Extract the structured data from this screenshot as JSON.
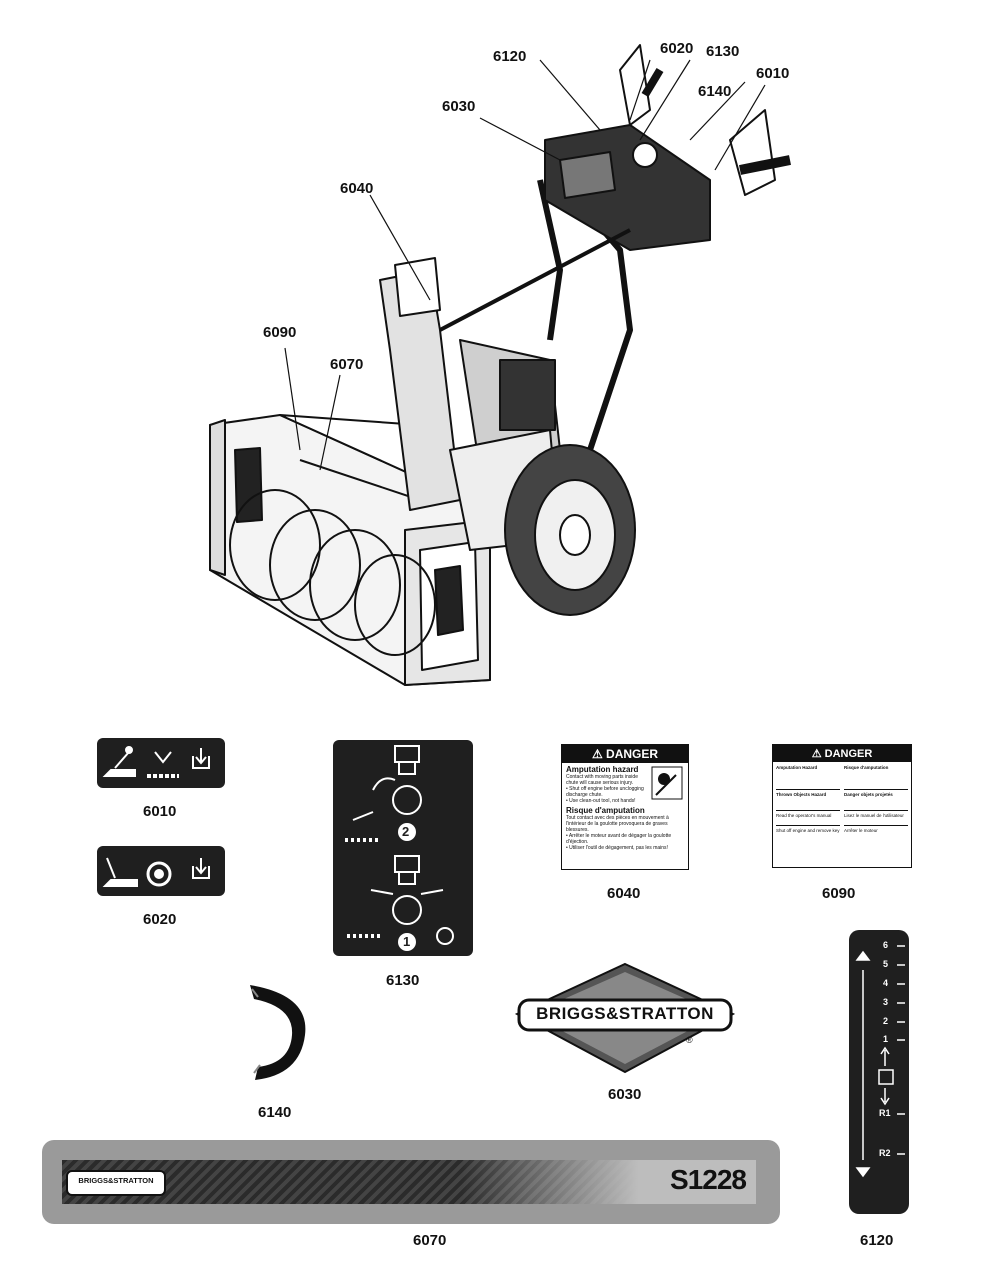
{
  "callouts": {
    "c6120": "6120",
    "c6020": "6020",
    "c6130": "6130",
    "c6010": "6010",
    "c6140": "6140",
    "c6030": "6030",
    "c6040": "6040",
    "c6090": "6090",
    "c6070": "6070"
  },
  "decals": {
    "d6010": "6010",
    "d6020": "6020",
    "d6130": "6130",
    "d6040": "6040",
    "d6090": "6090",
    "d6140": "6140",
    "d6030": "6030",
    "d6070": "6070",
    "d6120": "6120"
  },
  "danger6040": {
    "header": "DANGER",
    "title_en": "Amputation hazard",
    "body_en": "Contact with moving parts inside chute will cause serious injury.",
    "bullet1": "• Shut off engine before unclogging discharge chute.",
    "bullet2": "• Use clean-out tool, not hands!",
    "title_fr": "Risque d'amputation",
    "body_fr": "Tout contact avec des pièces en mouvement à l'intérieur de la goulotte provoquera de graves blessures.",
    "bullet3": "• Arrêter le moteur avant de dégager la goulotte d'éjection.",
    "bullet4": "• Utiliser l'outil de dégagement, pas les mains!"
  },
  "danger6090": {
    "header": "DANGER",
    "c1": "Amputation Hazard",
    "c2": "Risque d'amputation",
    "c3": "Thrown Objects Hazard",
    "c4": "Danger objets projetés",
    "c5": "Read the operator's manual",
    "c6": "Lisez le manuel de l'utilisateur",
    "c7": "Shut off engine and remove key",
    "c8": "Arrêter le moteur"
  },
  "step_numbers": {
    "two": "2",
    "one": "1"
  },
  "brand": {
    "logo": "BRIGGS&STRATTON",
    "logo_small": "BRIGGS&STRATTON",
    "registered": "®"
  },
  "stripe": {
    "model": "S1228"
  },
  "speed_scale": [
    "6",
    "5",
    "4",
    "3",
    "2",
    "1",
    "R1",
    "R2"
  ]
}
